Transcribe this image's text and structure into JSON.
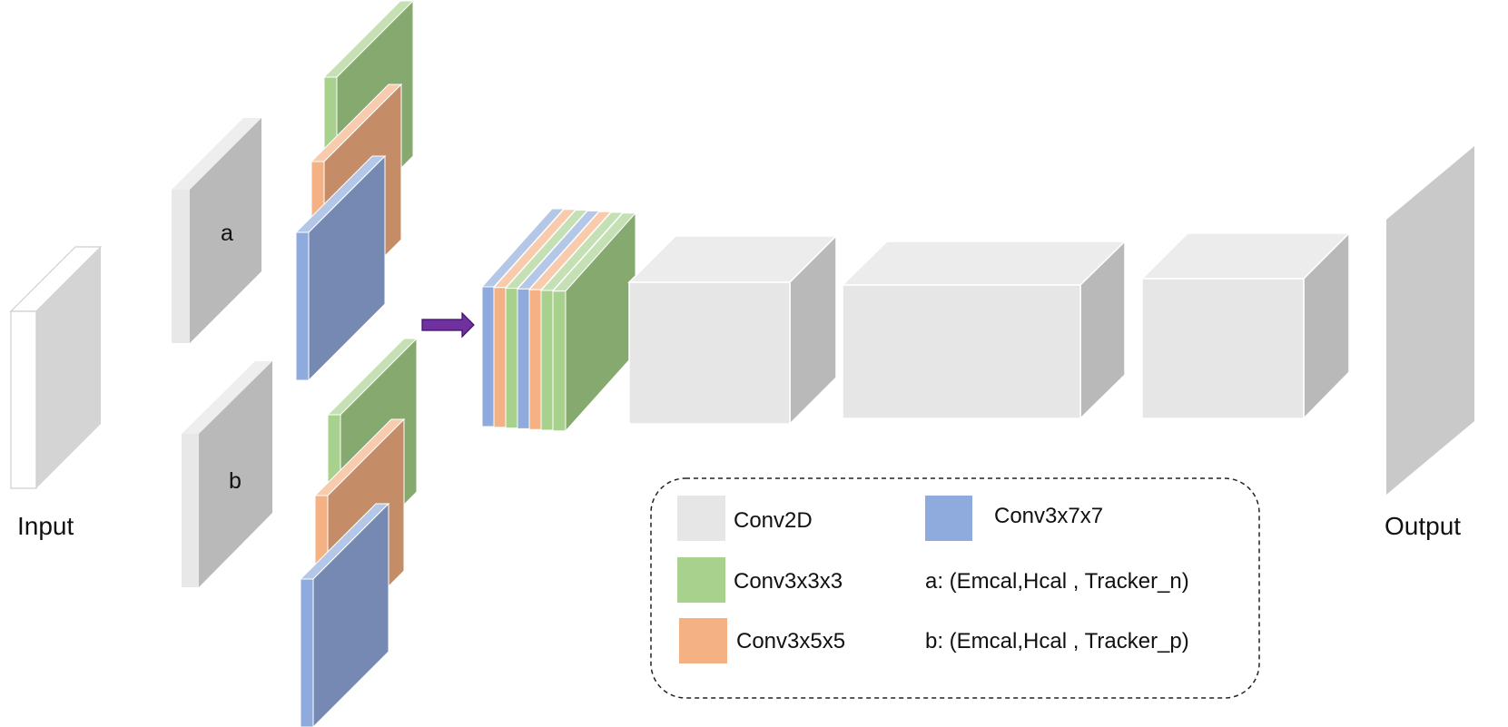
{
  "labels": {
    "input": "Input",
    "output": "Output",
    "branch_a": "a",
    "branch_b": "b"
  },
  "legend": {
    "conv2d": "Conv2D",
    "conv3x7x7": "Conv3x7x7",
    "conv3x3x3": "Conv3x3x3",
    "conv3x5x5": "Conv3x5x5",
    "a_desc": "a: (Emcal,Hcal , Tracker_n)",
    "b_desc": "b: (Emcal,Hcal , Tracker_p)"
  },
  "colors": {
    "conv2d_gray": "#e6e6e6",
    "conv3x3x3_green": "#a9d18e",
    "conv3x5x5_orange": "#f4b183",
    "conv3x7x7_blue": "#8faadc",
    "arrow_purple": "#7030a0"
  }
}
